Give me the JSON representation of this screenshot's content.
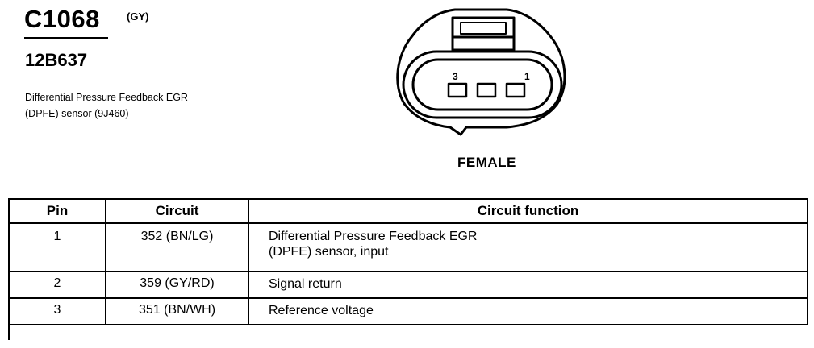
{
  "header": {
    "connector_id": "C1068",
    "color_code": "(GY)",
    "part_number": "12B637",
    "description": "Differential Pressure Feedback EGR (DPFE) sensor (9J460)"
  },
  "connector": {
    "pin_labels": [
      "3",
      "1"
    ],
    "view_label": "FEMALE"
  },
  "table": {
    "headers": [
      "Pin",
      "Circuit",
      "Circuit function"
    ],
    "rows": [
      {
        "pin": "1",
        "circuit": "352 (BN/LG)",
        "function_line1": "Differential Pressure Feedback EGR",
        "function_line2": "(DPFE) sensor, input"
      },
      {
        "pin": "2",
        "circuit": "359 (GY/RD)",
        "function_line1": "Signal return",
        "function_line2": ""
      },
      {
        "pin": "3",
        "circuit": "351 (BN/WH)",
        "function_line1": "Reference voltage",
        "function_line2": ""
      }
    ]
  }
}
